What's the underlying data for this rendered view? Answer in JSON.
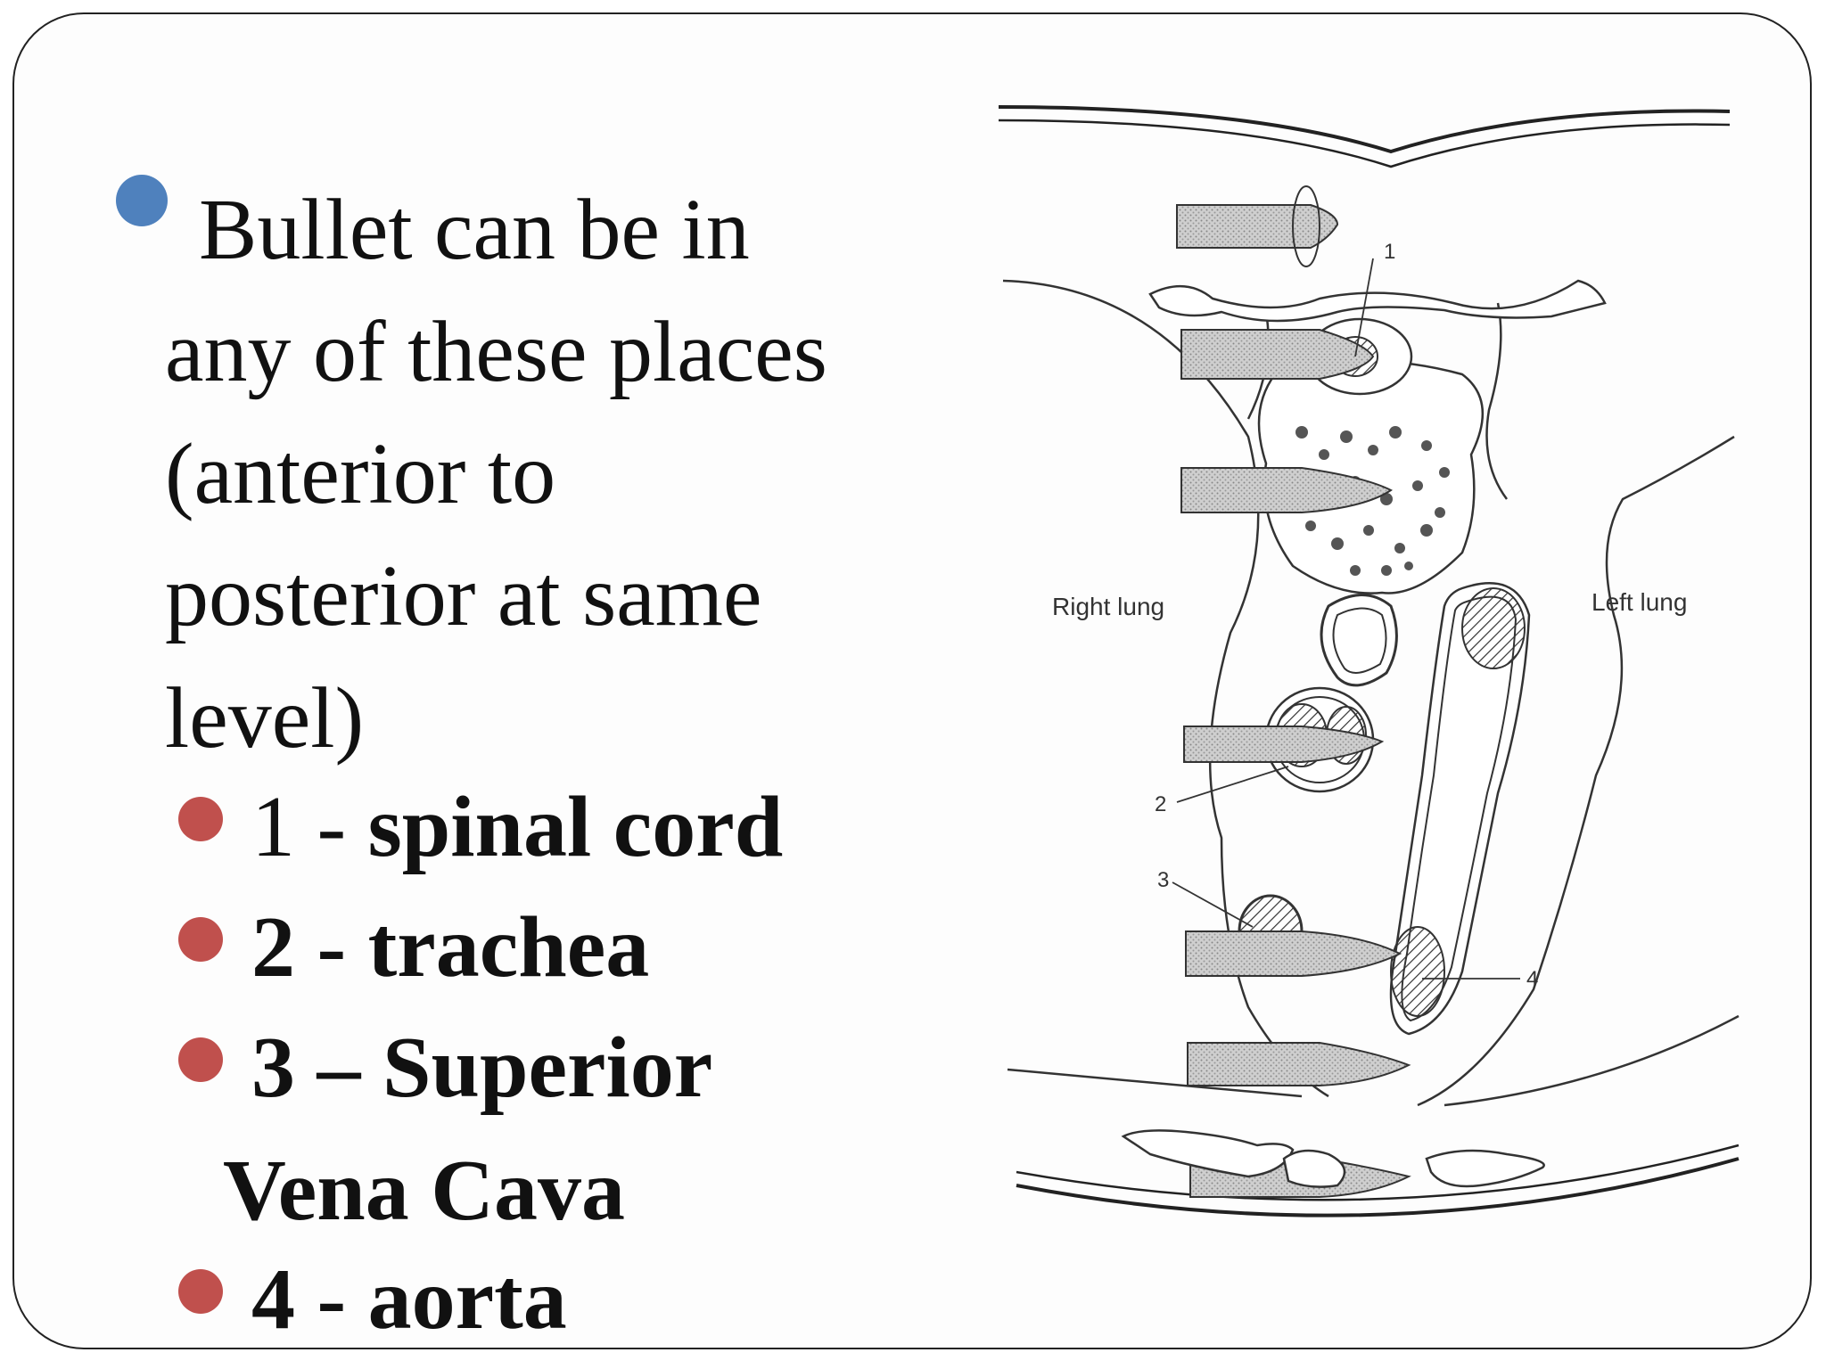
{
  "main_bullet": {
    "lines": [
      "Bullet can be in",
      "any of these places",
      "(anterior to",
      "posterior at same",
      "level)"
    ]
  },
  "sub_items": [
    {
      "prefix": "1 - ",
      "bold": "spinal cord"
    },
    {
      "prefix": "",
      "bold": "2 - trachea"
    },
    {
      "prefix": "",
      "bold": "3 – Superior"
    },
    {
      "prefix": "",
      "bold": "4 - aorta"
    }
  ],
  "sub_item_continuation": "Vena Cava",
  "diagram": {
    "labels": {
      "right_lung": "Right lung",
      "left_lung": "Left lung",
      "n1": "1",
      "n2": "2",
      "n3": "3",
      "n4": "4"
    }
  },
  "colors": {
    "main_bullet": "#4f81bd",
    "sub_bullet": "#c0504d"
  }
}
